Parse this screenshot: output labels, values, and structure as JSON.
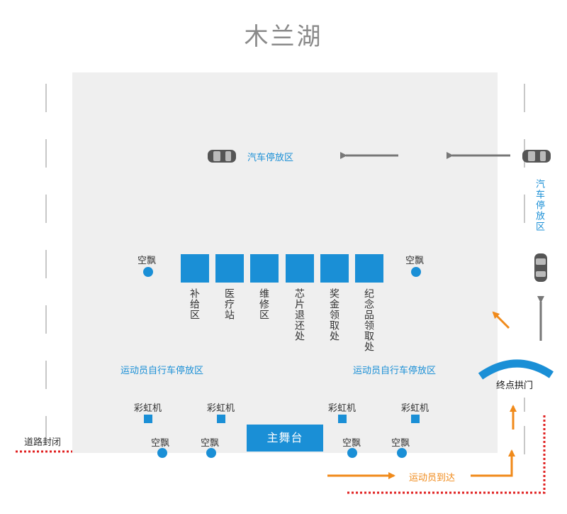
{
  "title": "木兰湖",
  "car_parking_label": "汽车停放区",
  "car_parking_vertical_label": "汽车停放区",
  "booths": [
    {
      "label": "补给区"
    },
    {
      "label": "医疗站"
    },
    {
      "label": "维修区"
    },
    {
      "label": "芯片退还处"
    },
    {
      "label": "奖金领取处"
    },
    {
      "label": "纪念品领取处"
    }
  ],
  "kongpiao_label": "空飘",
  "bike_parking_label": "运动员自行车停放区",
  "rainbow_label": "彩虹机",
  "stage_label": "主舞台",
  "road_closed_label": "道路封闭",
  "finish_arch_label": "终点拱门",
  "athlete_arrival_label": "运动员到达",
  "colors": {
    "accent_blue": "#1a8fd6",
    "orange": "#f08a1a",
    "closure_red": "#e02020",
    "area_gray": "#efefef",
    "arrow_gray": "#777777"
  },
  "icons": [
    "car-icon",
    "arrow-left-icon",
    "arrow-up-icon",
    "arrow-right-icon"
  ]
}
